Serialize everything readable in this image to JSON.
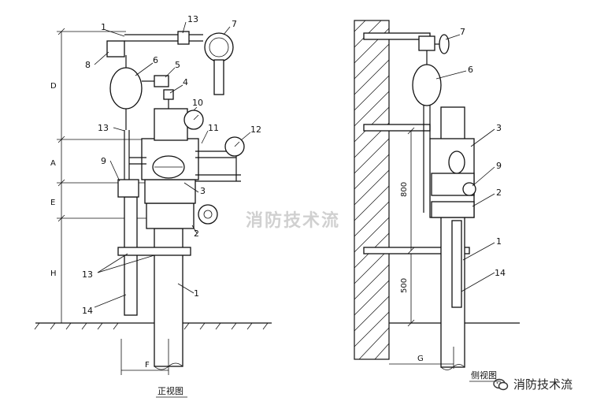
{
  "front_view": {
    "title": "正视图",
    "callouts": [
      "1",
      "13",
      "7",
      "8",
      "6",
      "5",
      "4",
      "10",
      "11",
      "12",
      "13",
      "9",
      "3",
      "2",
      "13",
      "14",
      "1"
    ],
    "dims": [
      "D",
      "A",
      "E",
      "H",
      "F"
    ]
  },
  "side_view": {
    "title": "侧视图",
    "callouts": [
      "7",
      "6",
      "3",
      "9",
      "2",
      "1",
      "14"
    ],
    "dims": [
      "800",
      "500",
      "G"
    ]
  },
  "watermark": "消防技术流",
  "brand": {
    "name": "消防技术流",
    "icon": "wechat-icon"
  }
}
